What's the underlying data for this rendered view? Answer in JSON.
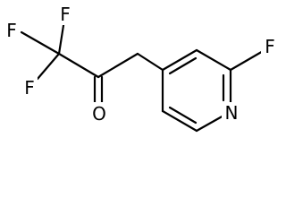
{
  "molecule": {
    "atoms": {
      "f1": "F",
      "f2": "F",
      "f3": "F",
      "o": "O",
      "n": "N",
      "f4": "F"
    }
  }
}
